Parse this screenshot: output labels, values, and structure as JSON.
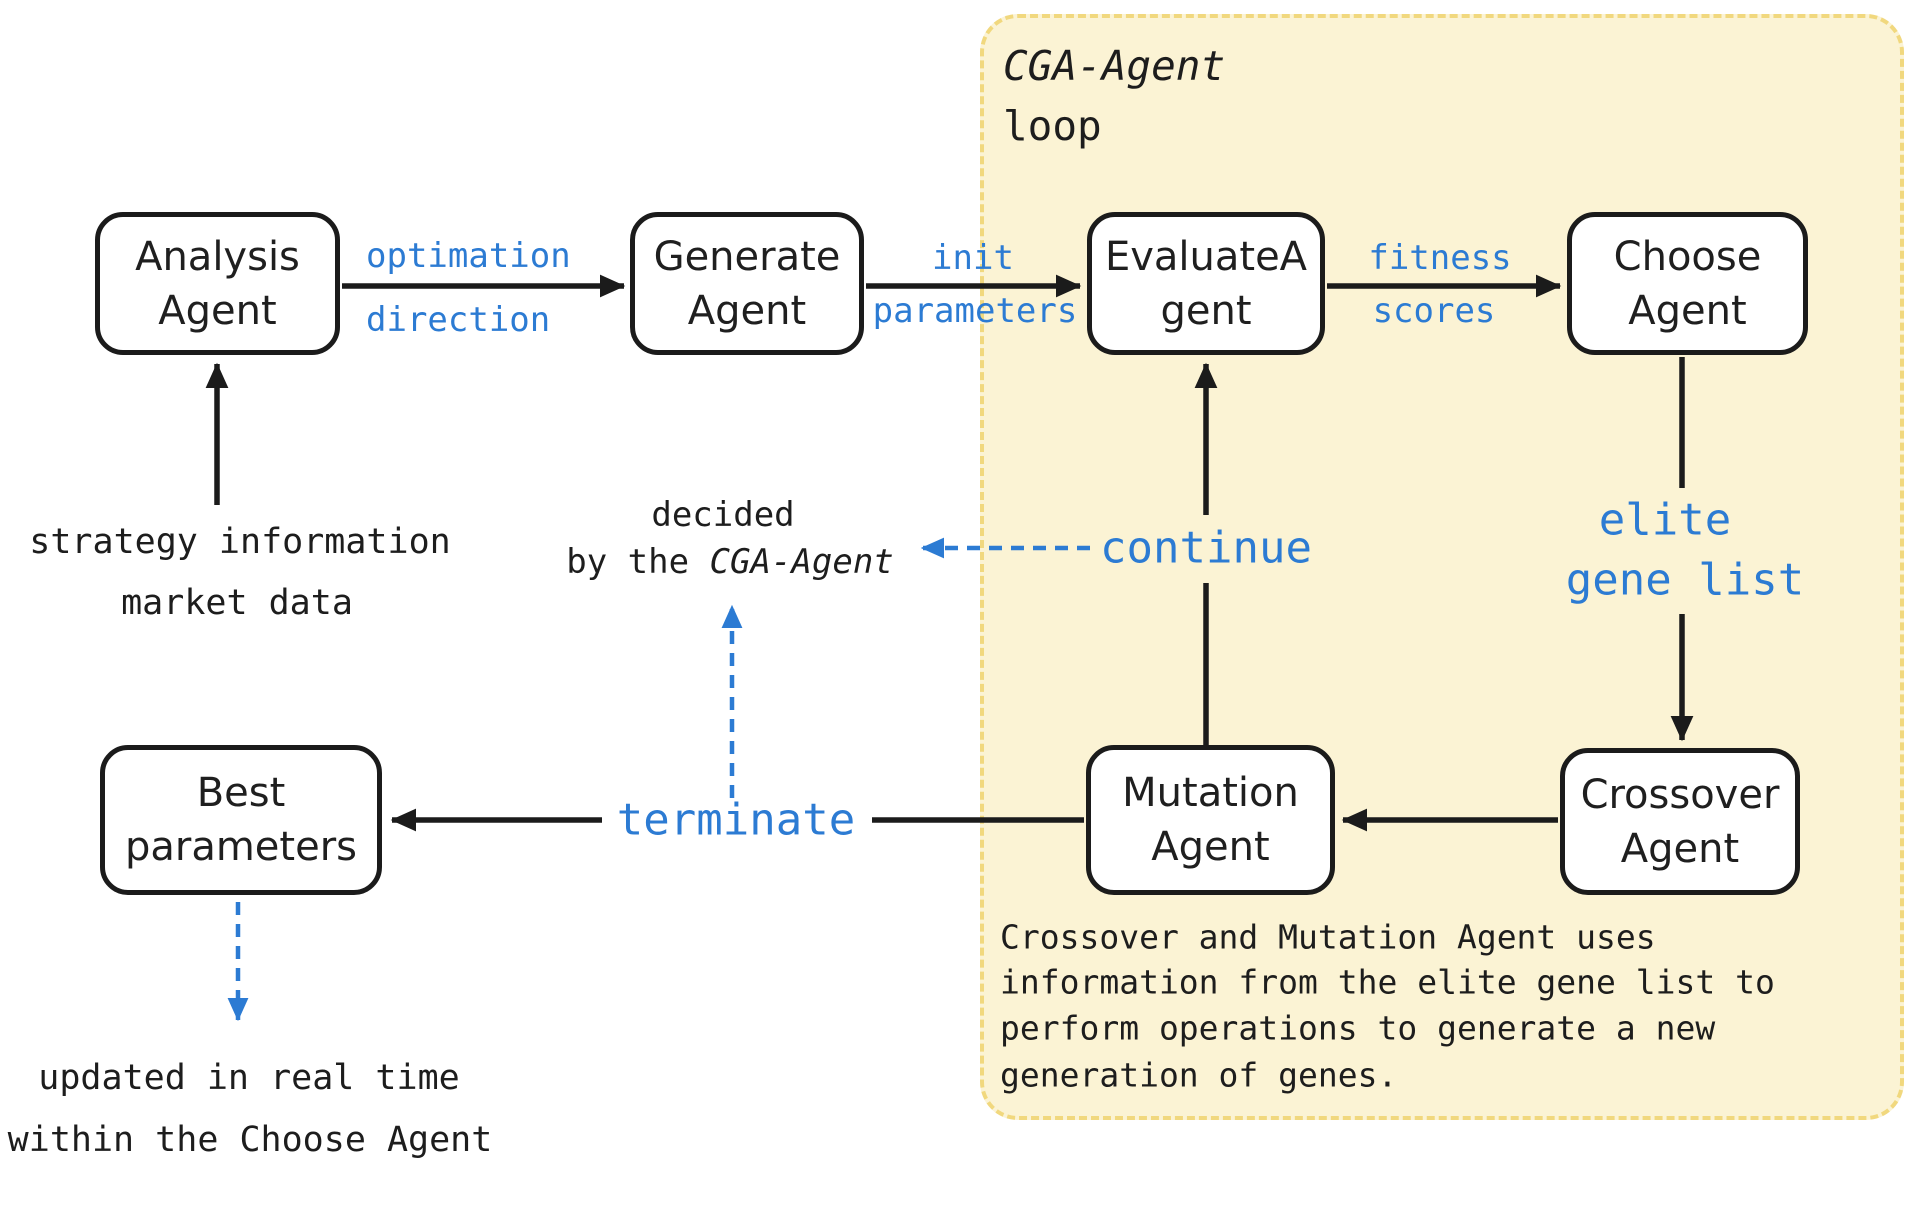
{
  "colors": {
    "accent_blue": "#2c7bd3",
    "region_fill": "#fbf3d4",
    "region_border": "#f1d87e",
    "stroke_black": "#1b1b1b"
  },
  "region": {
    "title_line1": "CGA-Agent",
    "title_line2": "loop"
  },
  "nodes": {
    "analysis": {
      "line1": "Analysis",
      "line2": "Agent"
    },
    "generate": {
      "line1": "Generate",
      "line2": "Agent"
    },
    "evaluate": {
      "line1": "EvaluateA",
      "line2": "gent"
    },
    "choose": {
      "line1": "Choose",
      "line2": "Agent"
    },
    "best": {
      "line1": "Best",
      "line2": "parameters"
    },
    "mutation": {
      "line1": "Mutation",
      "line2": "Agent"
    },
    "crossover": {
      "line1": "Crossover",
      "line2": "Agent"
    }
  },
  "edge_labels": {
    "optimation_line1": "optimation",
    "optimation_line2": "direction",
    "init_line1": "init",
    "init_line2": "parameters",
    "fitness_line1": "fitness",
    "fitness_line2": "scores",
    "elite_line1": "elite",
    "elite_line2": "gene list",
    "continue": "continue",
    "terminate": "terminate"
  },
  "annotations": {
    "strategy_line1": "strategy information",
    "strategy_line2": "market data",
    "decided_line1": "decided",
    "decided_line2_a": "by the ",
    "decided_line2_b": "CGA-Agent",
    "updated_line1": "updated in real time",
    "updated_line2": "within the Choose Agent",
    "caption_line1": "Crossover and Mutation Agent uses",
    "caption_line2": "information from the elite gene list to",
    "caption_line3": "perform operations to generate a new",
    "caption_line4": "generation of genes."
  }
}
